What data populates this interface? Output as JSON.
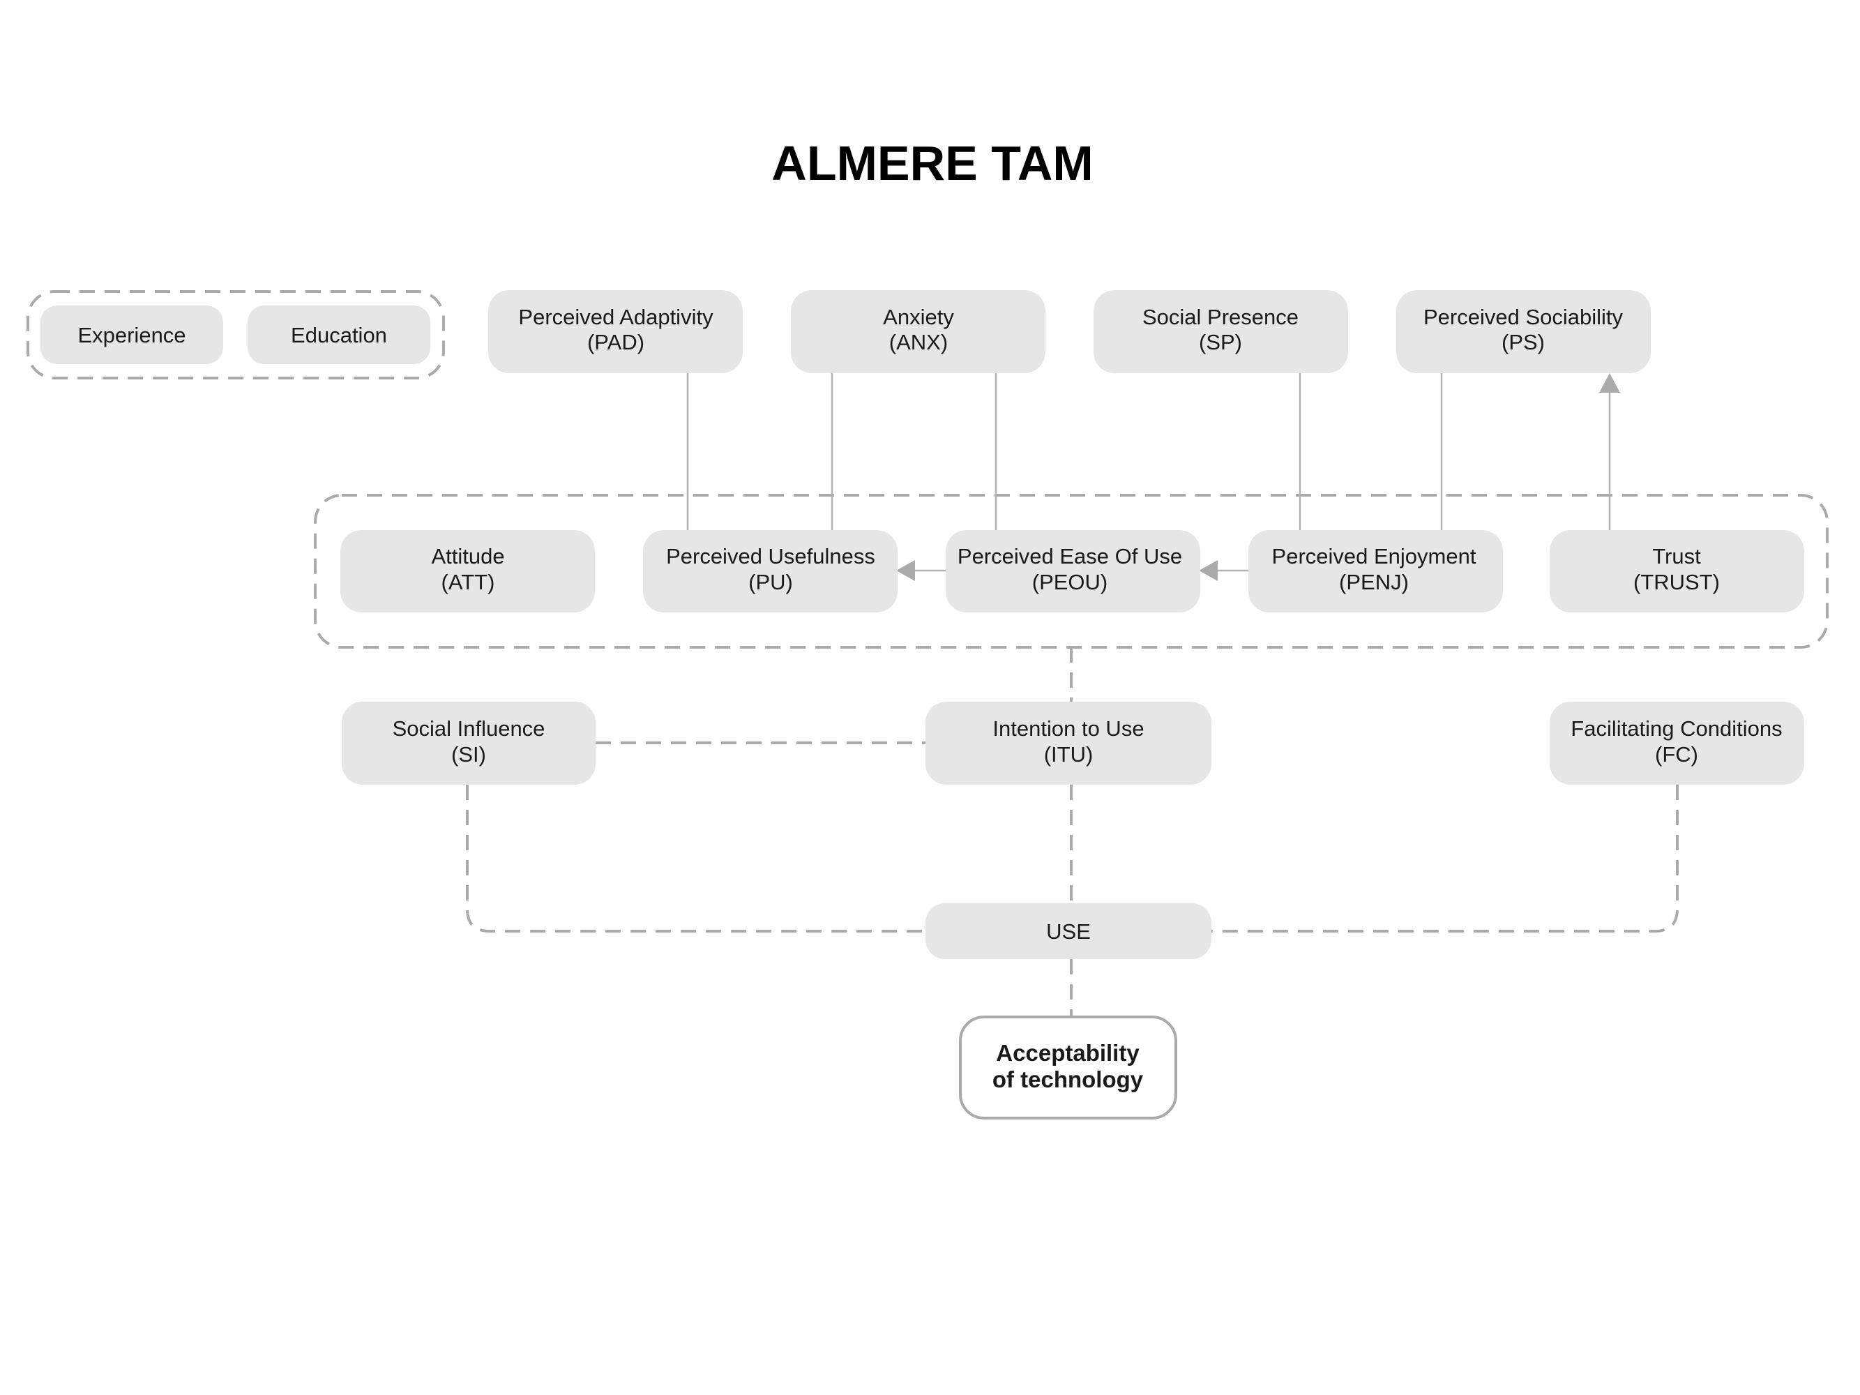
{
  "title": "ALMERE TAM",
  "moderators": {
    "experience": "Experience",
    "education": "Education"
  },
  "constructs": {
    "pad": {
      "name": "Perceived Adaptivity",
      "abbr": "(PAD)"
    },
    "anx": {
      "name": "Anxiety",
      "abbr": "(ANX)"
    },
    "sp": {
      "name": "Social Presence",
      "abbr": "(SP)"
    },
    "ps": {
      "name": "Perceived Sociability",
      "abbr": "(PS)"
    },
    "att": {
      "name": "Attitude",
      "abbr": "(ATT)"
    },
    "pu": {
      "name": "Perceived Usefulness",
      "abbr": "(PU)"
    },
    "peou": {
      "name": "Perceived Ease Of Use",
      "abbr": "(PEOU)"
    },
    "penj": {
      "name": "Perceived Enjoyment",
      "abbr": "(PENJ)"
    },
    "trust": {
      "name": "Trust",
      "abbr": "(TRUST)"
    },
    "si": {
      "name": "Social Influence",
      "abbr": "(SI)"
    },
    "itu": {
      "name": "Intention to Use",
      "abbr": "(ITU)"
    },
    "fc": {
      "name": "Facilitating Conditions",
      "abbr": "(FC)"
    },
    "use": {
      "name": "USE"
    }
  },
  "outcome": {
    "line1": "Acceptability",
    "line2": "of technology"
  }
}
